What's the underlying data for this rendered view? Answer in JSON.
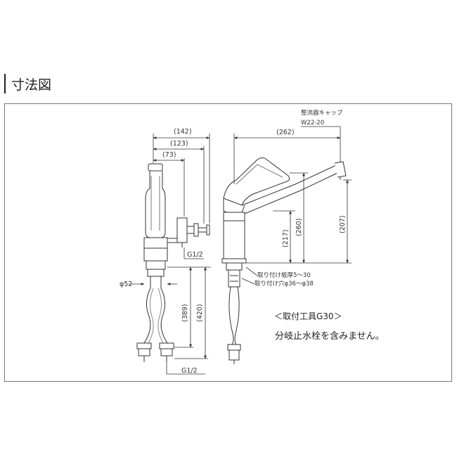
{
  "header": {
    "title": "寸法図"
  },
  "left_view": {
    "dim_142": "(142)",
    "dim_123": "(123)",
    "dim_73": "(73)",
    "g12_top": "G1/2",
    "phi52": "φ52",
    "dim_389": "(389)",
    "dim_420": "(420)",
    "g12_bottom": "G1/2"
  },
  "right_view": {
    "aerator_label": "整流器キャップ",
    "aerator_size": "W22-20",
    "dim_262": "(262)",
    "dim_217": "(217)",
    "dim_260": "(260)",
    "dim_207": "(207)",
    "mount_thickness": "取り付け板厚5～30",
    "mount_hole": "取り付け穴φ36～φ38"
  },
  "notes": {
    "tool": "＜取付工具G30＞",
    "no_valve": "分岐止水栓を含みません。"
  },
  "colors": {
    "line": "#333333",
    "frame": "#777777",
    "text": "#222222"
  }
}
